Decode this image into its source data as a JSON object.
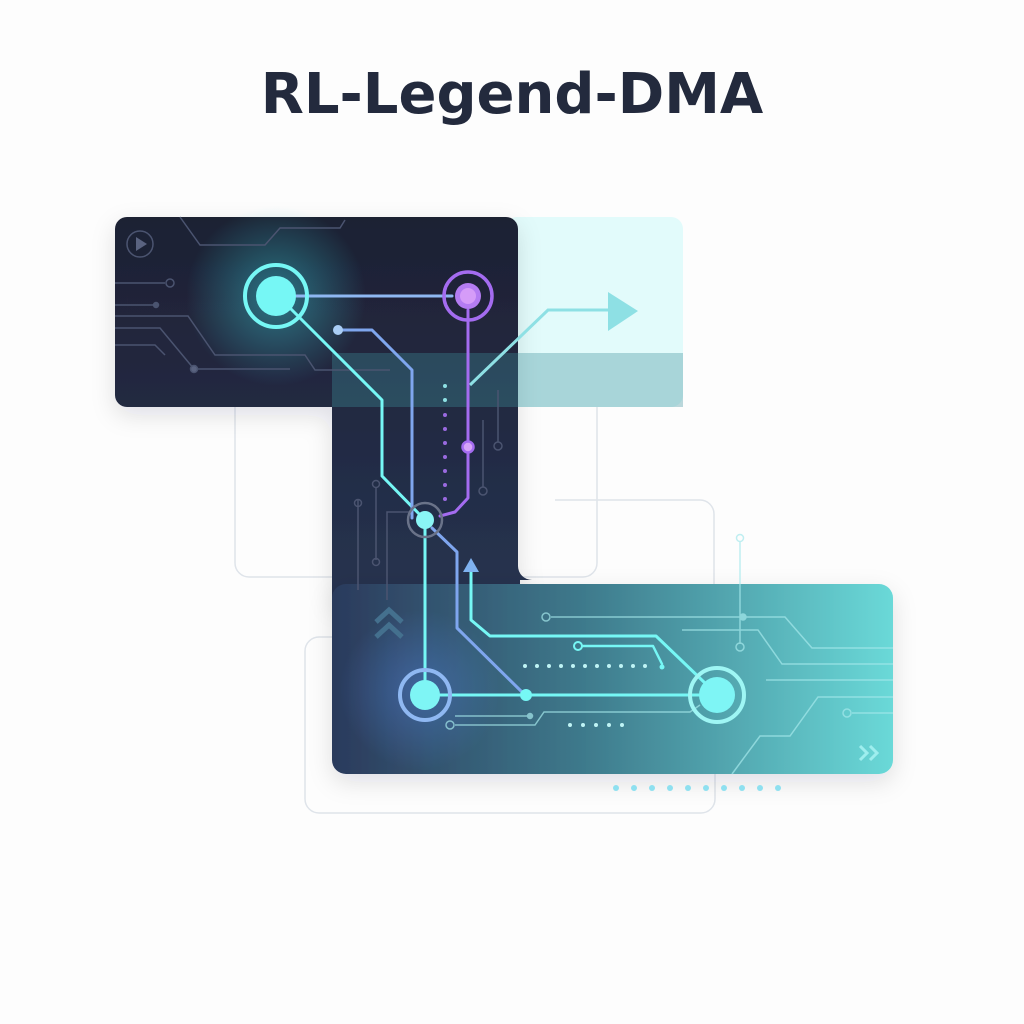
{
  "title": "RL-Legend-DMA",
  "colors": {
    "background": "#fdfdfd",
    "title": "#232a3d",
    "dark_panel": "#1f2236",
    "teal_panel_end": "#6ad9d8",
    "cyan_node": "#76f7f5",
    "purple_node": "#b47cf2",
    "blue_trace": "#7fb2f0",
    "light_cyan_panel": "#e2fbfb"
  },
  "illustration": {
    "icons": [
      "play-icon",
      "arrow-right-icon",
      "arrow-up-icon",
      "double-chevron-up-icon",
      "double-chevron-right-icon"
    ],
    "nodes": [
      {
        "id": "top-left-node",
        "color": "cyan"
      },
      {
        "id": "top-right-node",
        "color": "purple"
      },
      {
        "id": "junction-node",
        "color": "cyan"
      },
      {
        "id": "bottom-left-node",
        "color": "cyan"
      },
      {
        "id": "bottom-right-node",
        "color": "cyan"
      }
    ]
  }
}
